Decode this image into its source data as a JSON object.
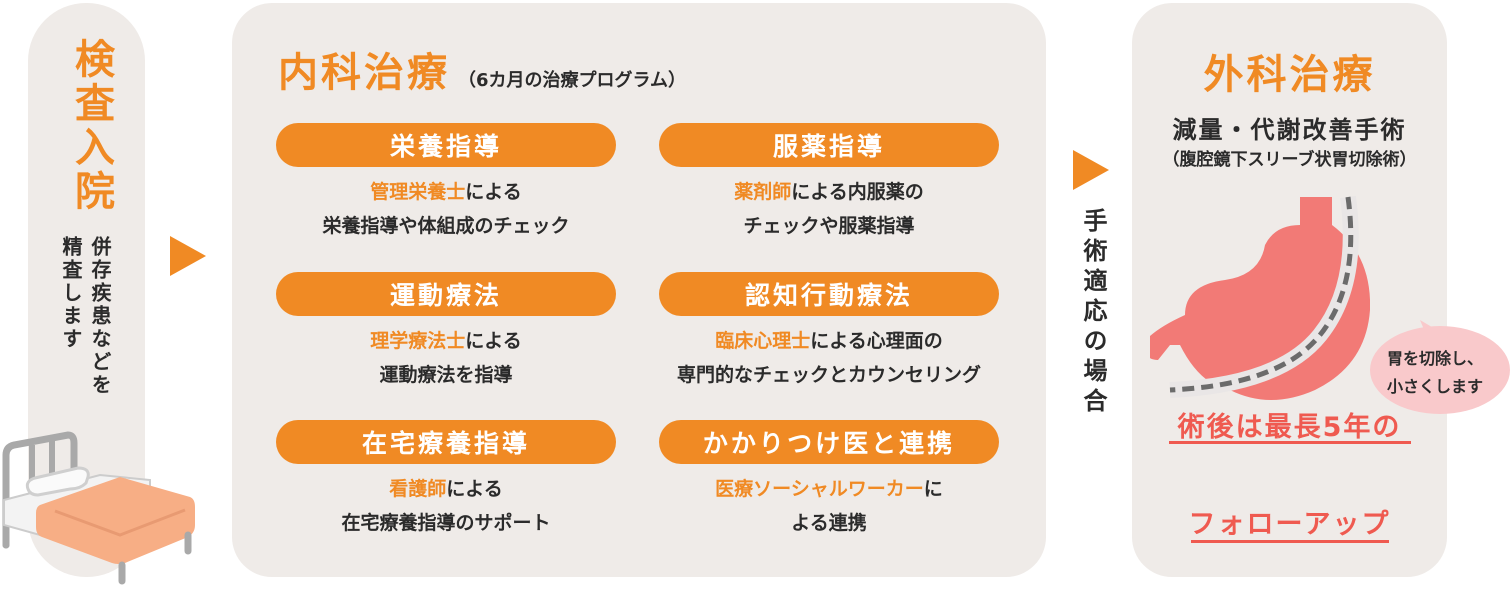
{
  "exam": {
    "title": "検査入院",
    "desc_col1": "併存疾患などを",
    "desc_col2": "精査します"
  },
  "medical": {
    "title": "内科治療",
    "subtitle": "（6カ月の治療プログラム）",
    "items": [
      {
        "label": "栄養指導",
        "hl": "管理栄養士",
        "rest": "による",
        "line2": "栄養指導や体組成のチェック"
      },
      {
        "label": "服薬指導",
        "hl": "薬剤師",
        "rest": "による内服薬の",
        "line2": "チェックや服薬指導"
      },
      {
        "label": "運動療法",
        "hl": "理学療法士",
        "rest": "による",
        "line2": "運動療法を指導"
      },
      {
        "label": "認知行動療法",
        "hl": "臨床心理士",
        "rest": "による心理面の",
        "line2": "専門的なチェックとカウンセリング"
      },
      {
        "label": "在宅療養指導",
        "hl": "看護師",
        "rest": "による",
        "line2": "在宅療養指導のサポート"
      },
      {
        "label": "かかりつけ医と連携",
        "hl": "医療ソーシャルワーカー",
        "rest": "に",
        "line2": "よる連携"
      }
    ]
  },
  "transition": {
    "label": "手術適応の場合"
  },
  "surgery": {
    "title": "外科治療",
    "procedure": "減量・代謝改善手術",
    "procedure_detail": "（腹腔鏡下スリーブ状胃切除術）",
    "bubble_line1": "胃を切除し、",
    "bubble_line2": "小さくします",
    "followup_line1": "術後は最長5年の",
    "followup_line2": "フォローアップ"
  },
  "colors": {
    "accent": "#f08a24",
    "panel": "#efebe8",
    "red": "#ef5a50",
    "stomach": "#f27a76",
    "bubble": "#f9c9cb"
  }
}
